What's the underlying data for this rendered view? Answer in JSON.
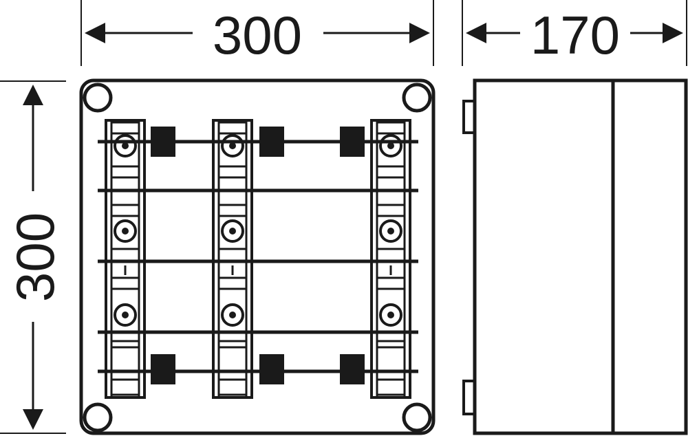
{
  "dimensions": {
    "front_width": "300",
    "front_height": "300",
    "side_depth": "170"
  },
  "colors": {
    "stroke": "#1a1a1a",
    "fill_dark": "#1a1a1a",
    "background": "#ffffff"
  },
  "fuse_holders": {
    "columns": 3,
    "sockets_per_column": 3
  }
}
